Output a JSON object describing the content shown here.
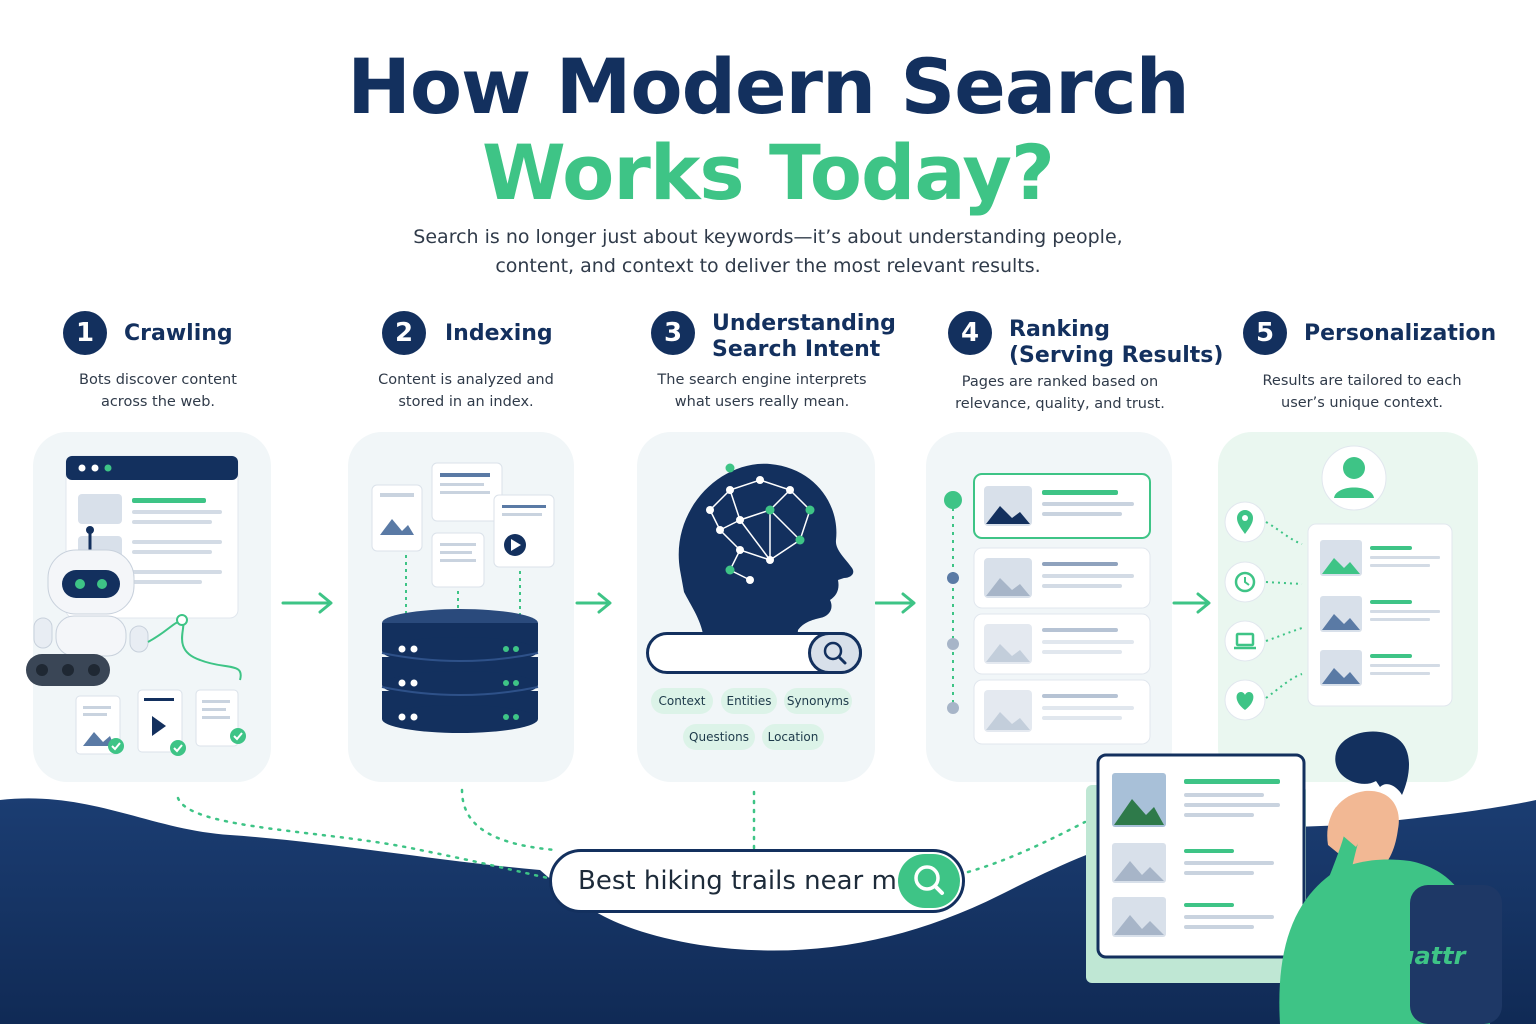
{
  "title": {
    "line1": "How Modern Search",
    "line2": "Works Today?"
  },
  "subtitle": {
    "line1": "Search is no longer just about keywords—it’s about understanding people,",
    "line2": "content, and context to deliver the most relevant results."
  },
  "steps": [
    {
      "number": "1",
      "title1": "Crawling",
      "title2": "",
      "desc1": "Bots discover content",
      "desc2": "across the web."
    },
    {
      "number": "2",
      "title1": "Indexing",
      "title2": "",
      "desc1": "Content is analyzed and",
      "desc2": "stored in an index."
    },
    {
      "number": "3",
      "title1": "Understanding",
      "title2": "Search Intent",
      "desc1": "The search engine interprets",
      "desc2": "what users really mean."
    },
    {
      "number": "4",
      "title1": "Ranking",
      "title2": "(Serving Results)",
      "desc1": "Pages are ranked based on",
      "desc2": "relevance, quality, and trust."
    },
    {
      "number": "5",
      "title1": "Personalization",
      "title2": "",
      "desc1": "Results are tailored to each",
      "desc2": "user’s unique context."
    }
  ],
  "intent_chips": [
    "Context",
    "Entities",
    "Synonyms",
    "Questions",
    "Location"
  ],
  "search": {
    "query": "Best hiking trails near me"
  },
  "brand": {
    "logo": "Quattr"
  },
  "colors": {
    "navy": "#13305e",
    "green": "#3ec486",
    "card_bg": "#f1f6f8",
    "chip_bg": "#dcf3e8"
  },
  "icons": [
    "robot-icon",
    "browser-window-icon",
    "database-icon",
    "document-icon",
    "image-icon",
    "video-play-icon",
    "brain-network-head-icon",
    "magnifier-icon",
    "arrow-right-icon",
    "location-pin-icon",
    "clock-icon",
    "laptop-icon",
    "heart-icon",
    "user-avatar-icon",
    "checkmark-icon"
  ]
}
